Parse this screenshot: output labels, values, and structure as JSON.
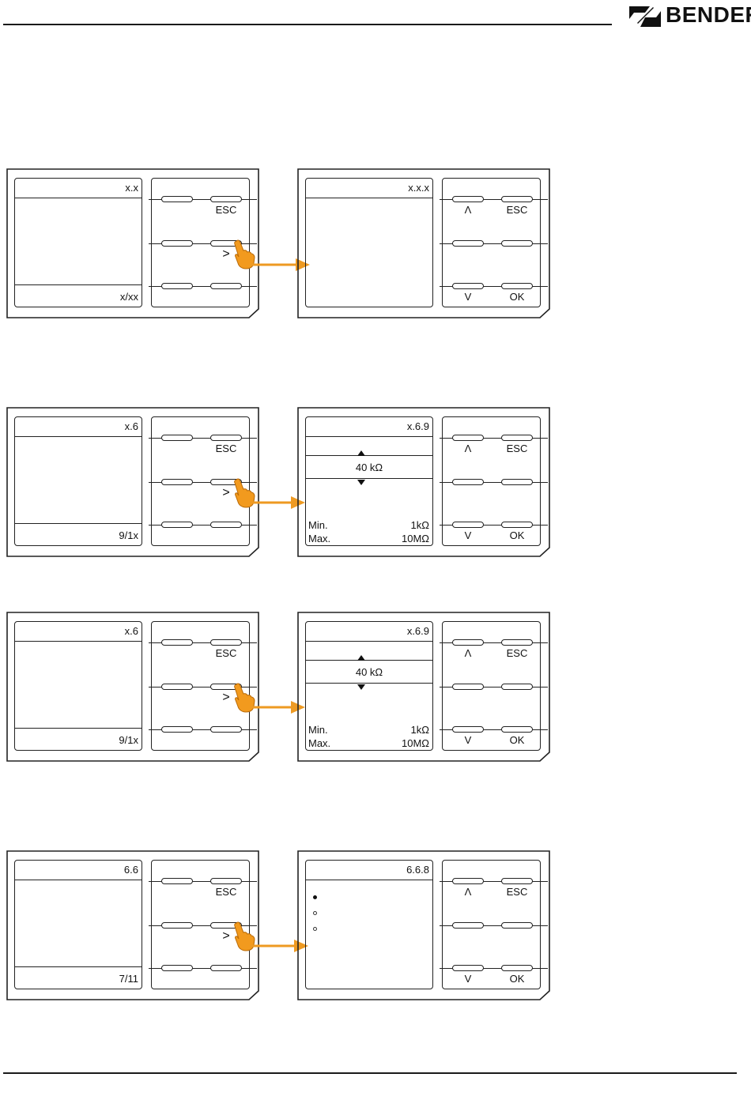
{
  "brand": {
    "name": "BENDER"
  },
  "colors": {
    "accent": "#ee9a22",
    "hand_fill": "#f29a1e",
    "ink": "#1a1a1a"
  },
  "icons": {
    "logo": "bender-logo-icon",
    "hand": "pointing-hand-icon",
    "arrow": "right-arrow-icon"
  },
  "rows": [
    {
      "left": {
        "menu_no": "x.x",
        "page": "x/xx",
        "key_esc": "ESC",
        "key_right": ">"
      },
      "right": {
        "menu_no": "x.x.x",
        "key_up": "Λ",
        "key_esc": "ESC",
        "key_down": "V",
        "key_ok": "OK"
      }
    },
    {
      "left": {
        "menu_no": "x.6",
        "page": "9/1x",
        "key_esc": "ESC",
        "key_right": ">"
      },
      "right": {
        "menu_no": "x.6.9",
        "value": "40 kΩ",
        "min_label": "Min.",
        "min_value": "1kΩ",
        "max_label": "Max.",
        "max_value": "10MΩ",
        "key_up": "Λ",
        "key_esc": "ESC",
        "key_down": "V",
        "key_ok": "OK"
      }
    },
    {
      "left": {
        "menu_no": "x.6",
        "page": "9/1x",
        "key_esc": "ESC",
        "key_right": ">"
      },
      "right": {
        "menu_no": "x.6.9",
        "value": "40 kΩ",
        "min_label": "Min.",
        "min_value": "1kΩ",
        "max_label": "Max.",
        "max_value": "10MΩ",
        "key_up": "Λ",
        "key_esc": "ESC",
        "key_down": "V",
        "key_ok": "OK"
      }
    },
    {
      "left": {
        "menu_no": "6.6",
        "page": "7/11",
        "key_esc": "ESC",
        "key_right": ">"
      },
      "right": {
        "menu_no": "6.6.8",
        "options_selected": [
          true,
          false,
          false
        ],
        "key_up": "Λ",
        "key_esc": "ESC",
        "key_down": "V",
        "key_ok": "OK"
      }
    }
  ]
}
